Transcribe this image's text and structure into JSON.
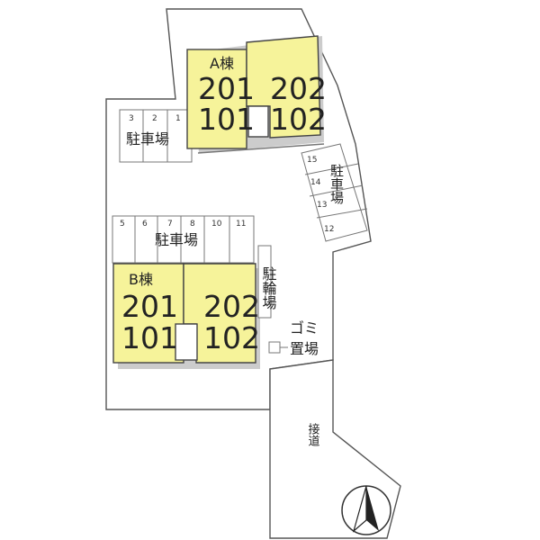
{
  "colors": {
    "building_fill": "#f6f39a",
    "line": "#555555",
    "background": "#ffffff"
  },
  "building_a": {
    "name": "A棟",
    "unit_201": "201",
    "unit_101": "101",
    "unit_202": "202",
    "unit_102": "102"
  },
  "building_b": {
    "name": "B棟",
    "unit_201": "201",
    "unit_101": "101",
    "unit_202": "202",
    "unit_102": "102"
  },
  "parking_top": {
    "label": "駐車場",
    "numbers": [
      "3",
      "2",
      "1"
    ]
  },
  "parking_middle": {
    "label": "駐車場",
    "numbers": [
      "5",
      "6",
      "7",
      "8",
      "10",
      "11"
    ]
  },
  "parking_right": {
    "label": "駐車場",
    "numbers": [
      "15",
      "14",
      "13",
      "12"
    ]
  },
  "bicycle_parking": {
    "label": "駐輪場"
  },
  "garbage": {
    "label_1": "ゴミ",
    "label_2": "置場"
  },
  "access_road": {
    "label": "接道"
  },
  "compass": {
    "icon": "north-arrow-icon"
  }
}
